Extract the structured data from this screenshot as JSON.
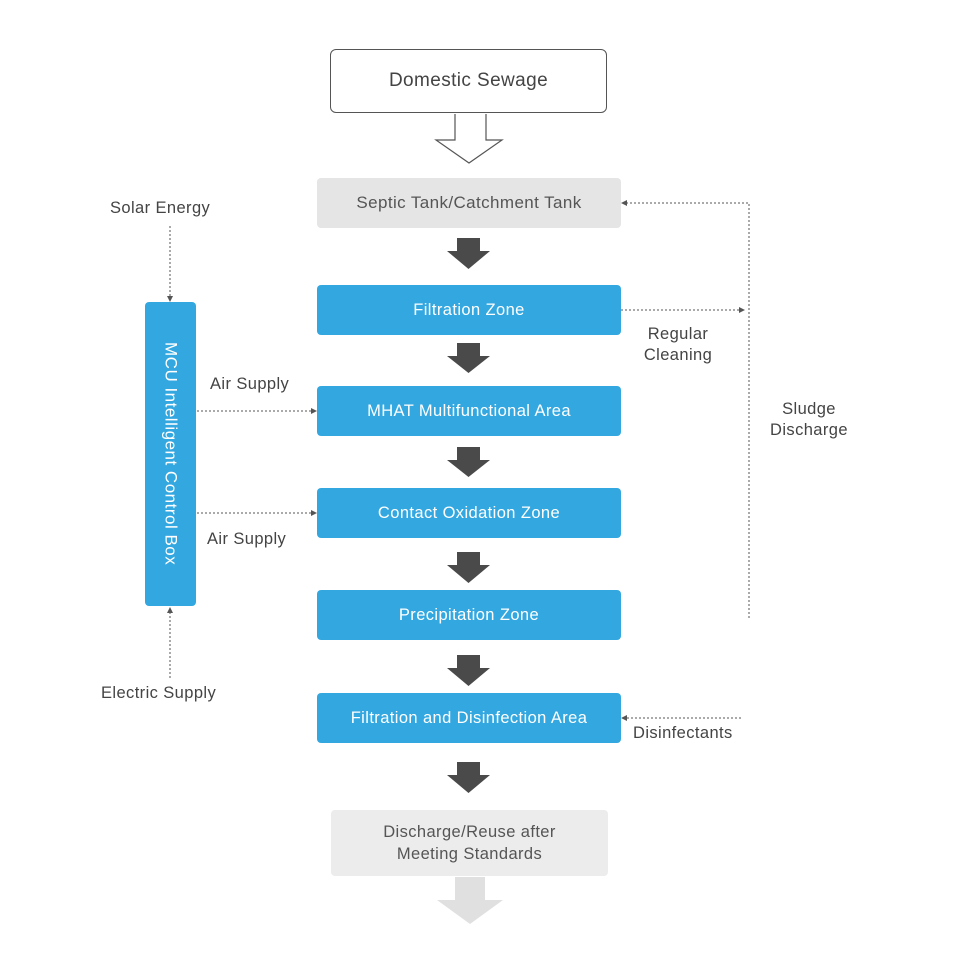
{
  "nodes": {
    "domestic_sewage": "Domestic Sewage",
    "septic_tank": "Septic Tank/Catchment Tank",
    "filtration_zone": "Filtration Zone",
    "mhat_area": "MHAT Multifunctional Area",
    "contact_oxidation": "Contact Oxidation Zone",
    "precipitation": "Precipitation Zone",
    "filtration_disinfection": "Filtration and Disinfection Area",
    "discharge": "Discharge/Reuse after Meeting Standards",
    "mcu_box": "MCU Intelligent Control Box"
  },
  "labels": {
    "solar_energy": "Solar Energy",
    "electric_supply": "Electric Supply",
    "air_supply_1": "Air Supply",
    "air_supply_2": "Air Supply",
    "regular_cleaning_line1": "Regular",
    "regular_cleaning_line2": "Cleaning",
    "sludge_discharge_line1": "Sludge",
    "sludge_discharge_line2": "Discharge",
    "disinfectants": "Disinfectants"
  },
  "colors": {
    "process_blue": "#33a7e0",
    "tank_gray": "#e5e5e5",
    "arrow_dark": "#4a4a4a",
    "arrow_light": "#e0e0e0",
    "text": "#444444"
  }
}
